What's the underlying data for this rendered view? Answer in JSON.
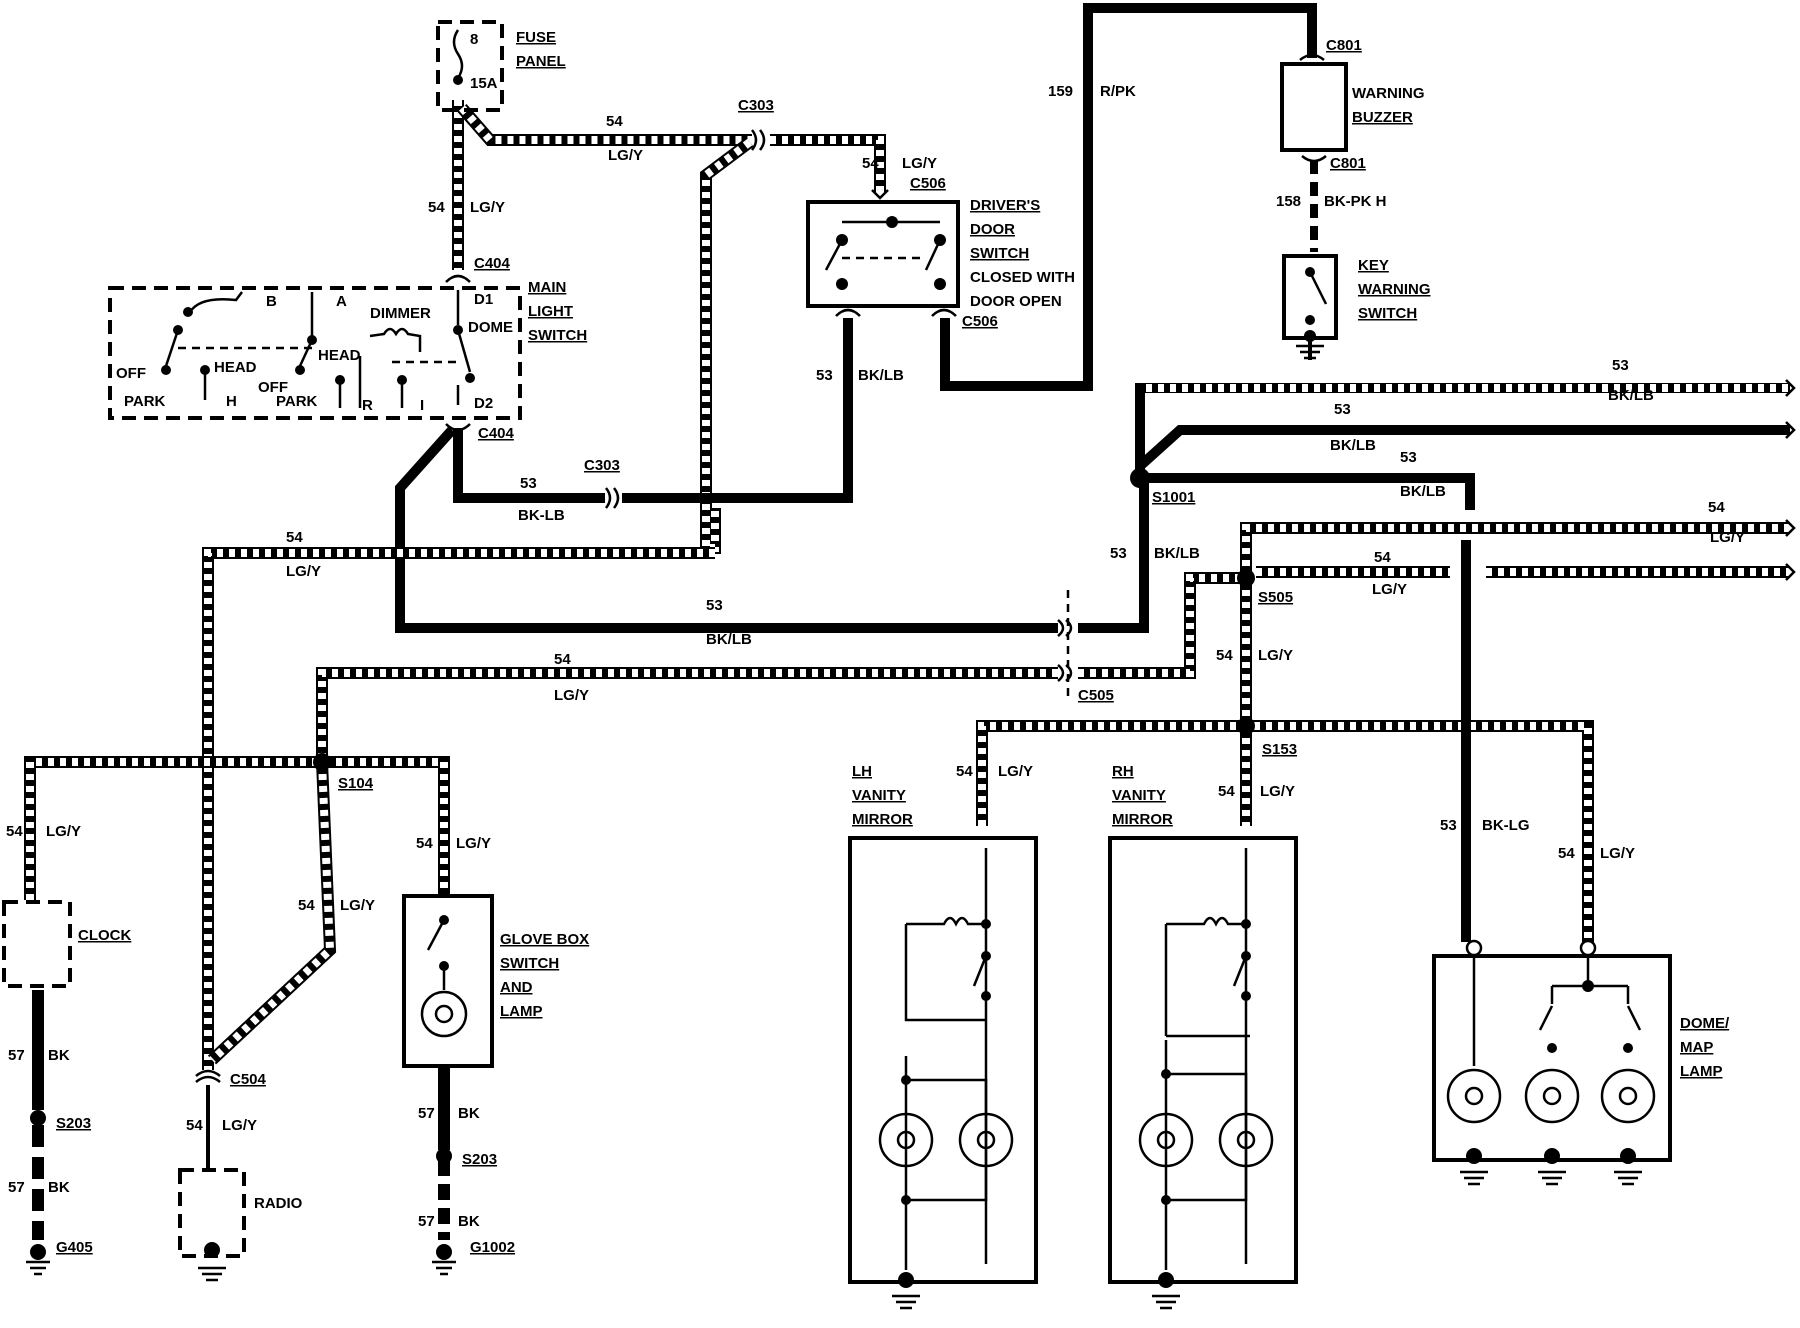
{
  "components": {
    "fuse_panel": {
      "line1": "FUSE",
      "line2": "PANEL",
      "fuse_no": "8",
      "fuse_rating": "15A"
    },
    "main_light_switch": {
      "line1": "MAIN",
      "line2": "LIGHT",
      "line3": "SWITCH"
    },
    "main_switch_labels": {
      "b": "B",
      "a": "A",
      "dimmer": "DIMMER",
      "dome": "DOME",
      "d1": "D1",
      "d2": "D2",
      "off1": "OFF",
      "head1": "HEAD",
      "park1": "PARK",
      "h": "H",
      "off2": "OFF",
      "head2": "HEAD",
      "park2": "PARK",
      "r": "R",
      "i": "I"
    },
    "warning_buzzer": {
      "line1": "WARNING",
      "line2": "BUZZER"
    },
    "drivers_door_switch": {
      "line1": "DRIVER'S",
      "line2": "DOOR",
      "line3": "SWITCH",
      "line4": "CLOSED WITH",
      "line5": "DOOR OPEN"
    },
    "key_warning_switch": {
      "line1": "KEY",
      "line2": "WARNING",
      "line3": "SWITCH"
    },
    "clock": {
      "label": "CLOCK"
    },
    "radio": {
      "label": "RADIO"
    },
    "glove_box": {
      "line1": "GLOVE BOX",
      "line2": "SWITCH",
      "line3": "AND",
      "line4": "LAMP"
    },
    "lh_vanity": {
      "line1": "LH",
      "line2": "VANITY",
      "line3": "MIRROR"
    },
    "rh_vanity": {
      "line1": "RH",
      "line2": "VANITY",
      "line3": "MIRROR"
    },
    "dome_map_lamp": {
      "line1": "DOME/",
      "line2": "MAP",
      "line3": "LAMP"
    }
  },
  "connectors": {
    "c303_top": "C303",
    "c303_bottom": "C303",
    "c404_top": "C404",
    "c404_bottom": "C404",
    "c506_top": "C506",
    "c506_bottom": "C506",
    "c801_top": "C801",
    "c801_bottom": "C801",
    "c504": "C504",
    "c505": "C505"
  },
  "splices": {
    "s1001": "S1001",
    "s505": "S505",
    "s153": "S153",
    "s104": "S104",
    "s203_a": "S203",
    "s203_b": "S203"
  },
  "grounds": {
    "g405": "G405",
    "g1002": "G1002"
  },
  "wire_labels": {
    "w54_fuse_vert": "54",
    "w54_fuse_vert_color": "LG/Y",
    "w54_top": "54",
    "w54_top_color": "LG/Y",
    "w54_door": "54",
    "w54_door_color": "LG/Y",
    "w159": "159",
    "w159_color": "R/PK",
    "w158": "158",
    "w158_color": "BK-PK H",
    "w53_door": "53",
    "w53_door_color": "BK/LB",
    "w53_c303": "53",
    "w53_c303_color": "BK-LB",
    "w54_mid": "54",
    "w54_mid_color": "LG/Y",
    "w53_long": "53",
    "w53_long_color": "BK/LB",
    "w54_c505": "54",
    "w54_c505_color": "LG/Y",
    "w53_r1": "53",
    "w53_r1_color": "BK/LB",
    "w53_r2": "53",
    "w53_r2_color": "BK/LB",
    "w53_r3": "53",
    "w53_r3_color": "BK/LB",
    "w53_s1001": "53",
    "w53_s1001_color": "BK/LB",
    "w54_r1": "54",
    "w54_r1_color": "LG/Y",
    "w54_r2": "54",
    "w54_r2_color": "LG/Y",
    "w54_s505": "54",
    "w54_s505_color": "LG/Y",
    "w54_lh": "54",
    "w54_lh_color": "LG/Y",
    "w54_rh": "54",
    "w54_rh_color": "LG/Y",
    "w53_dome": "53",
    "w53_dome_color": "BK-LG",
    "w54_dome": "54",
    "w54_dome_color": "LG/Y",
    "w54_clock": "54",
    "w54_clock_color": "LG/Y",
    "w54_glove": "54",
    "w54_glove_color": "LG/Y",
    "w54_s104": "54",
    "w54_s104_color": "LG/Y",
    "w54_radio": "54",
    "w54_radio_color": "LG/Y",
    "w57_clock1": "57",
    "w57_clock1_color": "BK",
    "w57_clock2": "57",
    "w57_clock2_color": "BK",
    "w57_glove1": "57",
    "w57_glove1_color": "BK",
    "w57_glove2": "57",
    "w57_glove2_color": "BK"
  }
}
